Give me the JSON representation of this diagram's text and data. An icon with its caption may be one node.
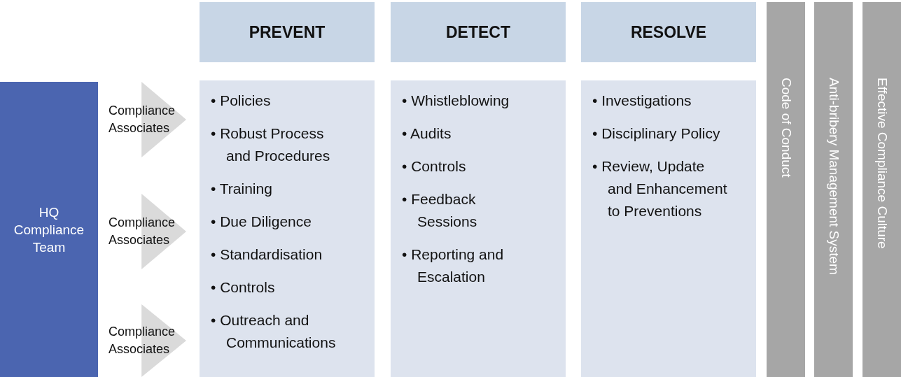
{
  "diagram": {
    "nodes": [
      {
        "text": [
          "HQ Compliance Team"
        ]
      },
      {
        "text": [
          "Compliance Associates"
        ]
      },
      {
        "text": [
          "Compliance Associates"
        ]
      },
      {
        "text": [
          "Compliance Associates"
        ]
      },
      {
        "text": [
          "PREVENT"
        ]
      },
      {
        "text": [
          "• Policies",
          "• Robust Process and Procedures",
          "• Training",
          "• Due Diligence",
          "• Standardisation",
          "• Controls",
          "• Outreach and Communications"
        ]
      },
      {
        "text": [
          "DETECT"
        ]
      },
      {
        "text": [
          "• Whistleblowing",
          "• Audits",
          "• Controls",
          "• Feedback Sessions",
          "• Reporting and Escalation"
        ]
      },
      {
        "text": [
          "RESOLVE"
        ]
      },
      {
        "text": [
          "• Investigations",
          "• Disciplinary Policy",
          "• Review, Update and Enhancement to Preventions"
        ]
      },
      {
        "text": [
          "Code of Conduct"
        ]
      },
      {
        "text": [
          "Anti-bribery Management System"
        ]
      },
      {
        "text": [
          "Effective Compliance Culture"
        ]
      }
    ]
  }
}
